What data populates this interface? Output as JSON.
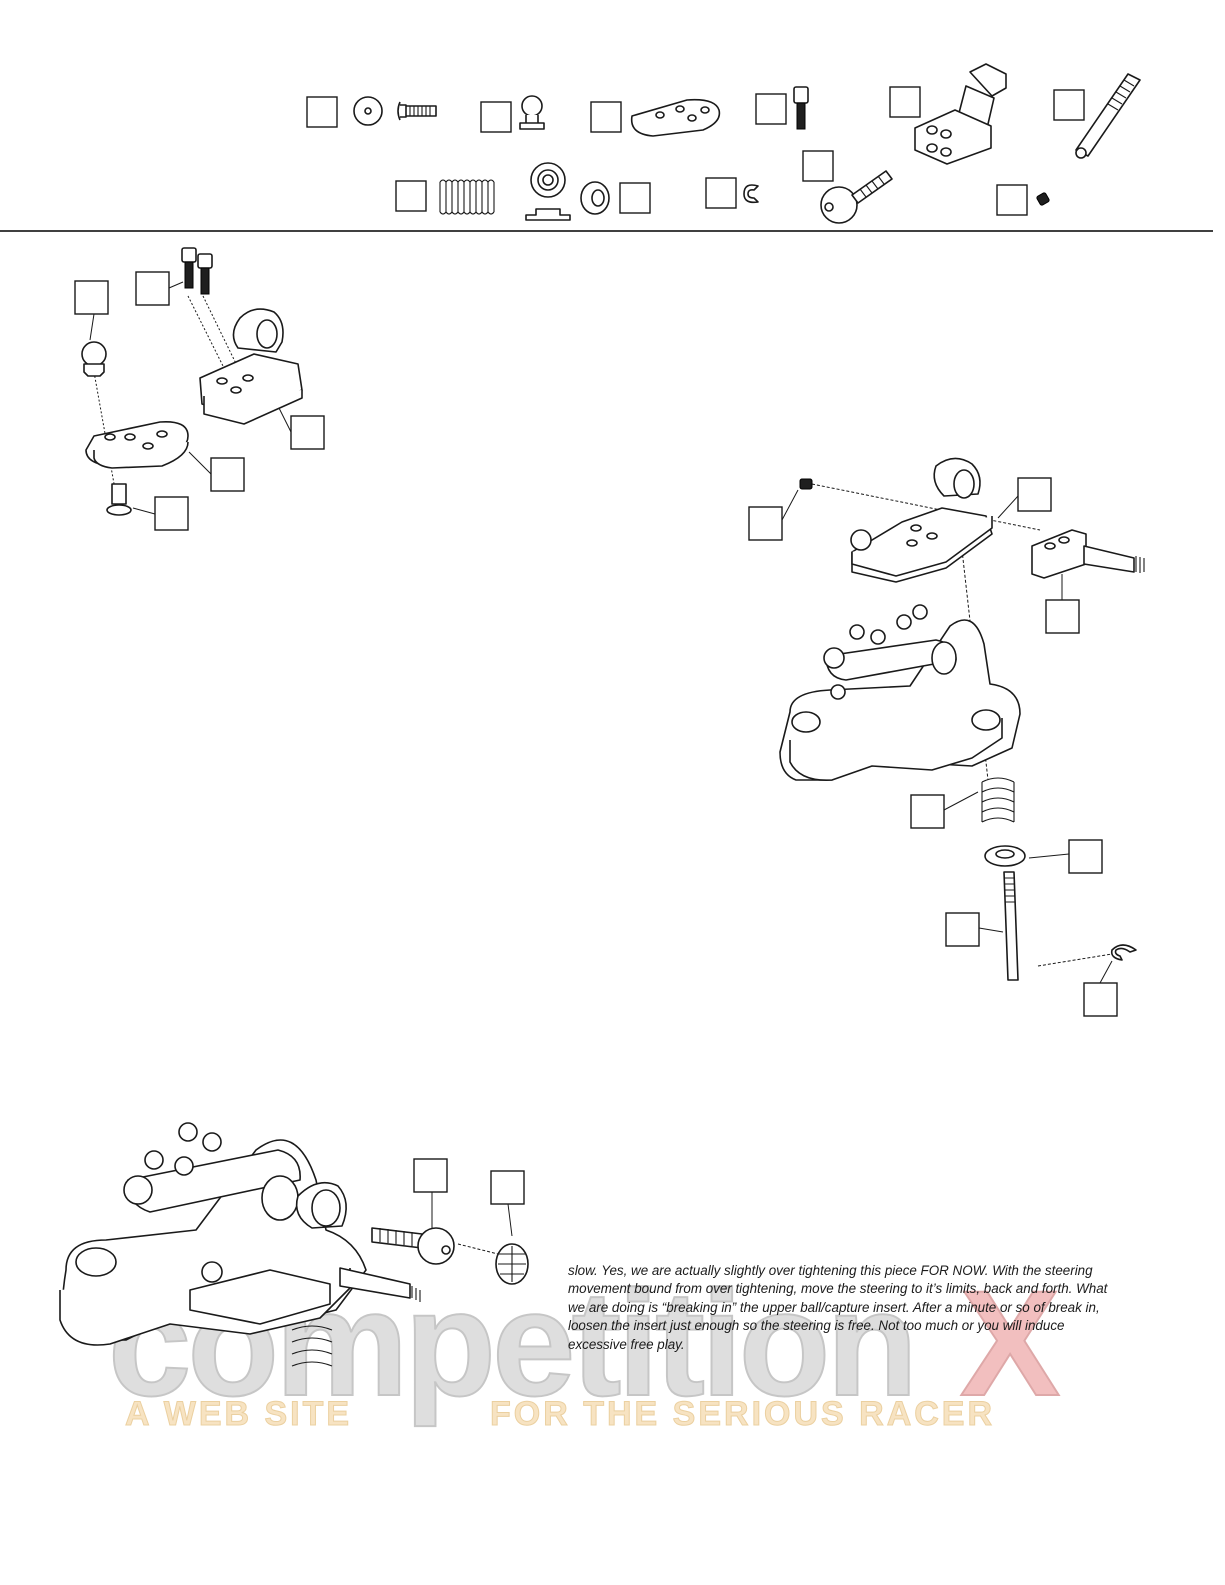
{
  "instruction": {
    "text": "slow. Yes, we are actually slightly over tightening this piece FOR NOW. With the steering movement bound from over tightening, move the steering to it’s limits, back and forth. What we are doing is “breaking in” the upper ball/capture insert. After a minute or so of break in, loosen the insert just enough so the steering is free. Not too much or you will induce excessive free play."
  },
  "watermark": {
    "brand_main": "competition",
    "brand_accent": "X",
    "tagline_left": "A WEB SITE",
    "tagline_right": "FOR THE SERIOUS RACER",
    "fill_color": "#d9d9d9",
    "accent_color": "#f0b5b5",
    "tagline_color": "#f6dfb8"
  },
  "callouts_note": "blank",
  "parts_legend": [
    {
      "icon": "washer-and-button-screw-icon"
    },
    {
      "icon": "ball-stud-icon"
    },
    {
      "icon": "steering-plate-icon"
    },
    {
      "icon": "cap-screw-icon"
    },
    {
      "icon": "post-block-icon"
    },
    {
      "icon": "threaded-pin-icon"
    },
    {
      "icon": "spring-icon"
    },
    {
      "icon": "bushing-icon"
    },
    {
      "icon": "e-clip-icon"
    },
    {
      "icon": "ball-end-icon"
    },
    {
      "icon": "set-screw-icon"
    }
  ]
}
